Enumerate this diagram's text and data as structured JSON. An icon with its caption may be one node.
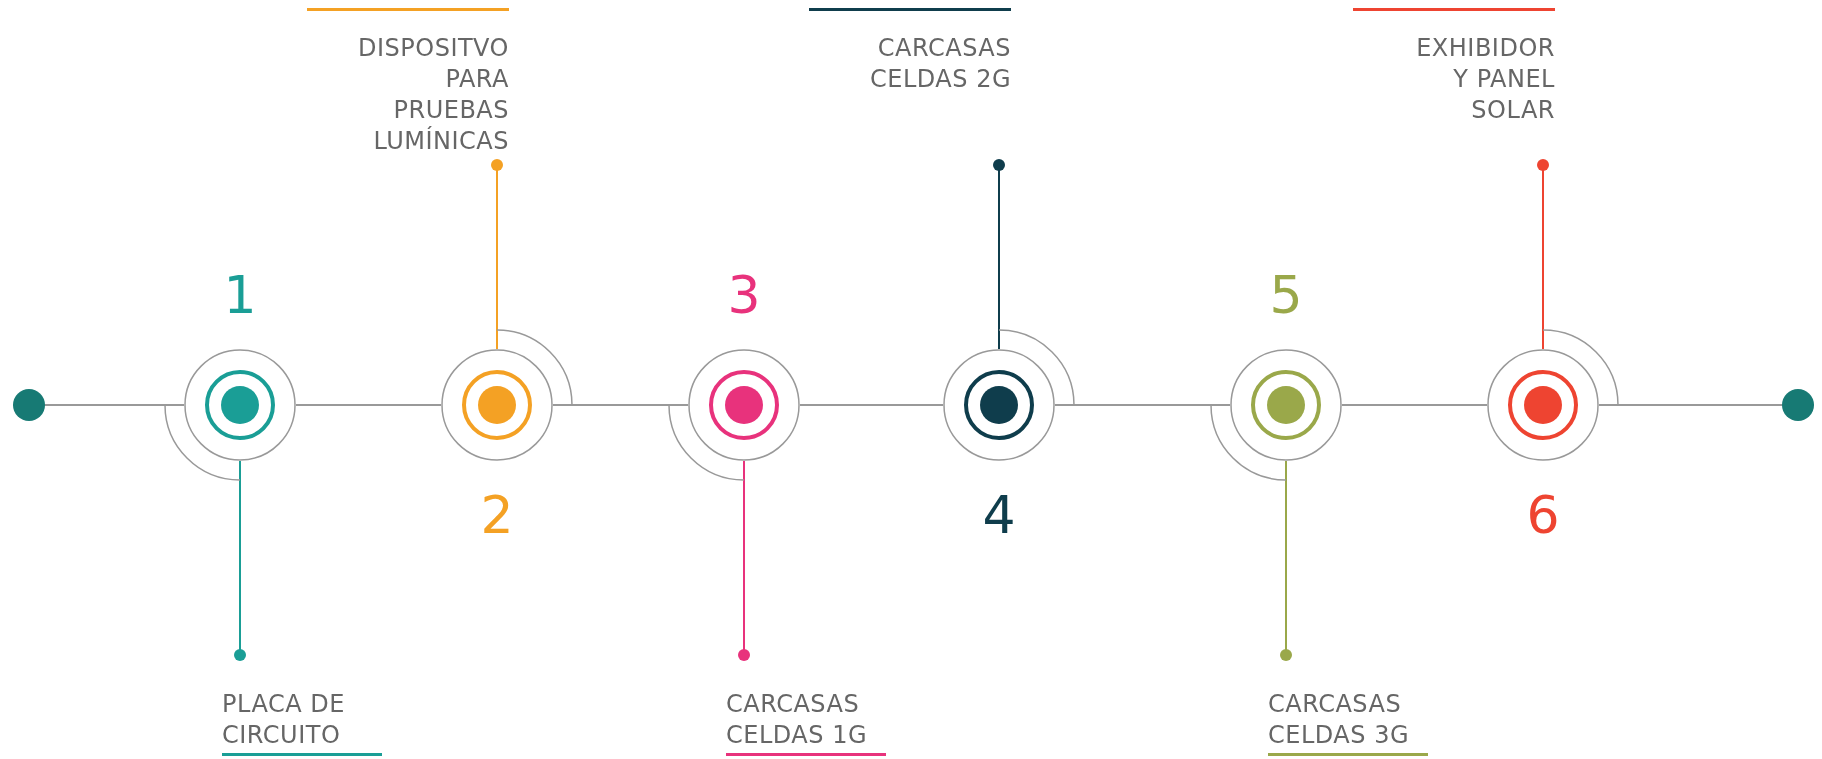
{
  "diagram": {
    "nodes": [
      {
        "text": [],
        "shape": "circle"
      },
      {
        "text": [],
        "shape": "circle",
        "beside": [
          "1"
        ]
      },
      {
        "text": [
          "PLACA DE CIRCUITO"
        ]
      },
      {
        "text": [],
        "shape": "circle",
        "beside": [
          "2"
        ]
      },
      {
        "text": [
          "DISPOSITVO PARA PRUEBAS LUMÍNICAS"
        ]
      },
      {
        "text": [],
        "shape": "circle",
        "beside": [
          "3"
        ]
      },
      {
        "text": [
          "CARCASAS CELDAS 1G"
        ]
      },
      {
        "text": [],
        "shape": "circle",
        "beside": [
          "4"
        ]
      },
      {
        "text": [
          "CARCASAS CELDAS 2G"
        ]
      },
      {
        "text": [],
        "shape": "circle",
        "beside": [
          "5"
        ]
      },
      {
        "text": [
          "CARCASAS CELDAS 3G"
        ]
      },
      {
        "text": [],
        "shape": "circle",
        "beside": [
          "6"
        ]
      },
      {
        "text": [
          "EXHIBIDOR Y PANEL SOLAR"
        ]
      },
      {
        "text": [],
        "shape": "circle"
      }
    ],
    "edges": [
      {
        "from": 0,
        "to": 1,
        "arrow": "none"
      },
      {
        "from": 1,
        "to": 3,
        "arrow": "none"
      },
      {
        "from": 3,
        "to": 5,
        "arrow": "none"
      },
      {
        "from": 5,
        "to": 7,
        "arrow": "none"
      },
      {
        "from": 7,
        "to": 9,
        "arrow": "none"
      },
      {
        "from": 9,
        "to": 11,
        "arrow": "none"
      },
      {
        "from": 11,
        "to": 13,
        "arrow": "none"
      },
      {
        "from": 1,
        "to": 2,
        "arrow": "other",
        "color": "#1a9e96"
      },
      {
        "from": 3,
        "to": 4,
        "arrow": "other",
        "color": "#f4a124"
      },
      {
        "from": 5,
        "to": 6,
        "arrow": "other",
        "color": "#e8327c"
      },
      {
        "from": 7,
        "to": 8,
        "arrow": "other",
        "color": "#0f3d4c"
      },
      {
        "from": 9,
        "to": 10,
        "arrow": "other",
        "color": "#9aa84a"
      },
      {
        "from": 11,
        "to": 12,
        "arrow": "other",
        "color": "#ee4431"
      }
    ]
  }
}
